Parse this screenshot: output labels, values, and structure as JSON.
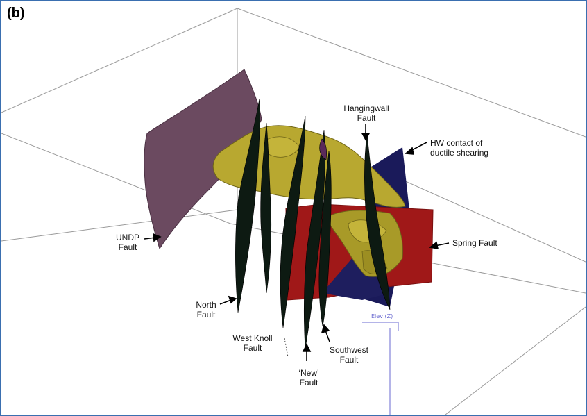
{
  "panel_label": "(b)",
  "axis_label": "Elev (Z)",
  "labels": {
    "hangingwall_fault": [
      "Hangingwall",
      "Fault"
    ],
    "hw_contact": [
      "HW contact of",
      "ductile shearing"
    ],
    "undp_fault": [
      "UNDP",
      "Fault"
    ],
    "spring_fault": [
      "Spring Fault"
    ],
    "north_fault": [
      "North",
      "Fault"
    ],
    "west_knoll_fault": [
      "West Knoll",
      "Fault"
    ],
    "southwest_fault": [
      "Southwest",
      "Fault"
    ],
    "new_fault": [
      "‘New’",
      "Fault"
    ]
  },
  "colors": {
    "frame_border": "#3a6fb0",
    "undp_fault": "#6b4a60",
    "ore_body": "#b8a830",
    "spring_fault": "#a01818",
    "hw_contact": "#1a1a5a",
    "fault_surfaces": "#0d1a12",
    "axis": "#6a6ad0"
  }
}
